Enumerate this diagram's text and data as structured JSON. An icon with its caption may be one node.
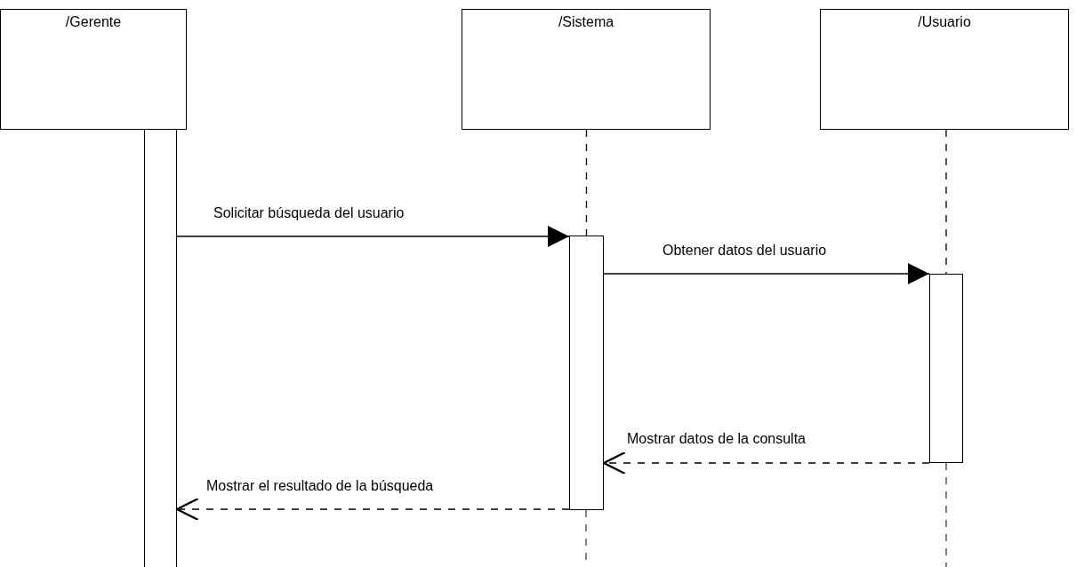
{
  "diagram": {
    "nodes": [
      {
        "text": [
          "/Gerente"
        ]
      },
      {
        "text": [
          "/Sistema"
        ]
      },
      {
        "text": [
          "/Usuario"
        ]
      },
      {
        "text": [],
        "shape": "bar"
      },
      {
        "text": [],
        "shape": "bar"
      },
      {
        "text": [],
        "shape": "bar"
      }
    ],
    "edges": [
      {
        "from": 3,
        "to": 4,
        "arrow": "to",
        "label": "Solicitar búsqueda del usuario"
      },
      {
        "from": 4,
        "to": 5,
        "arrow": "to",
        "label": "Obtener datos del usuario"
      },
      {
        "from": 5,
        "to": 4,
        "arrow": "to",
        "label": "Mostrar datos de la consulta",
        "style": "dashed"
      },
      {
        "from": 4,
        "to": 3,
        "arrow": "to",
        "label": "Mostrar el resultado de la búsqueda",
        "style": "dashed"
      },
      {
        "from": 1,
        "to": 4,
        "arrow": "none",
        "style": "dashed"
      },
      {
        "from": 2,
        "to": 5,
        "arrow": "none",
        "style": "dashed"
      }
    ]
  }
}
